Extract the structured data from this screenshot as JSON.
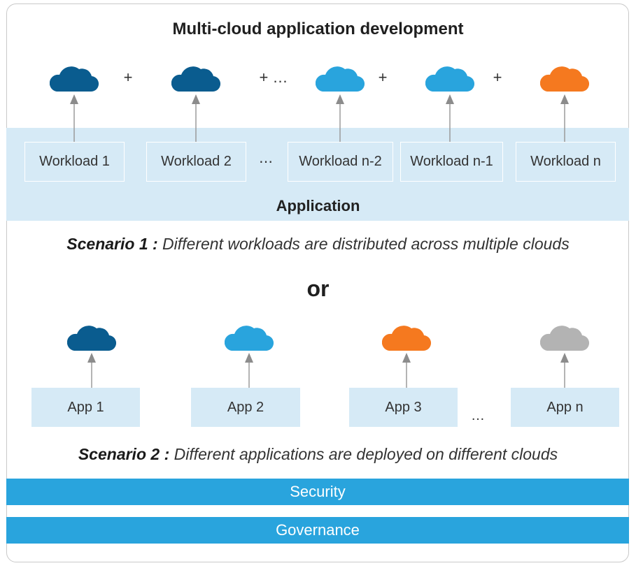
{
  "title": "Multi-cloud application development",
  "colors": {
    "dark_blue": "#0a5c8f",
    "light_blue": "#29a4dd",
    "orange": "#f5791f",
    "gray": "#b3b3b3",
    "band": "#d6eaf6",
    "bar": "#29a4dd"
  },
  "scenario1": {
    "clouds": [
      "dark_blue",
      "dark_blue",
      "light_blue",
      "light_blue",
      "orange"
    ],
    "operators": [
      "+",
      "+ …",
      "+",
      "+"
    ],
    "workloads": [
      "Workload 1",
      "Workload 2",
      "Workload n-2",
      "Workload n-1",
      "Workload n"
    ],
    "ellipsis": "⋯",
    "container_label": "Application",
    "caption_bold": "Scenario 1 :",
    "caption_text": " Different workloads are distributed across multiple clouds"
  },
  "separator": "or",
  "scenario2": {
    "clouds": [
      "dark_blue",
      "light_blue",
      "orange",
      "gray"
    ],
    "apps": [
      "App 1",
      "App 2",
      "App 3",
      "App n"
    ],
    "ellipsis": "…",
    "caption_bold": "Scenario 2 :",
    "caption_text": " Different applications are deployed on different clouds"
  },
  "bars": [
    "Security",
    "Governance"
  ]
}
